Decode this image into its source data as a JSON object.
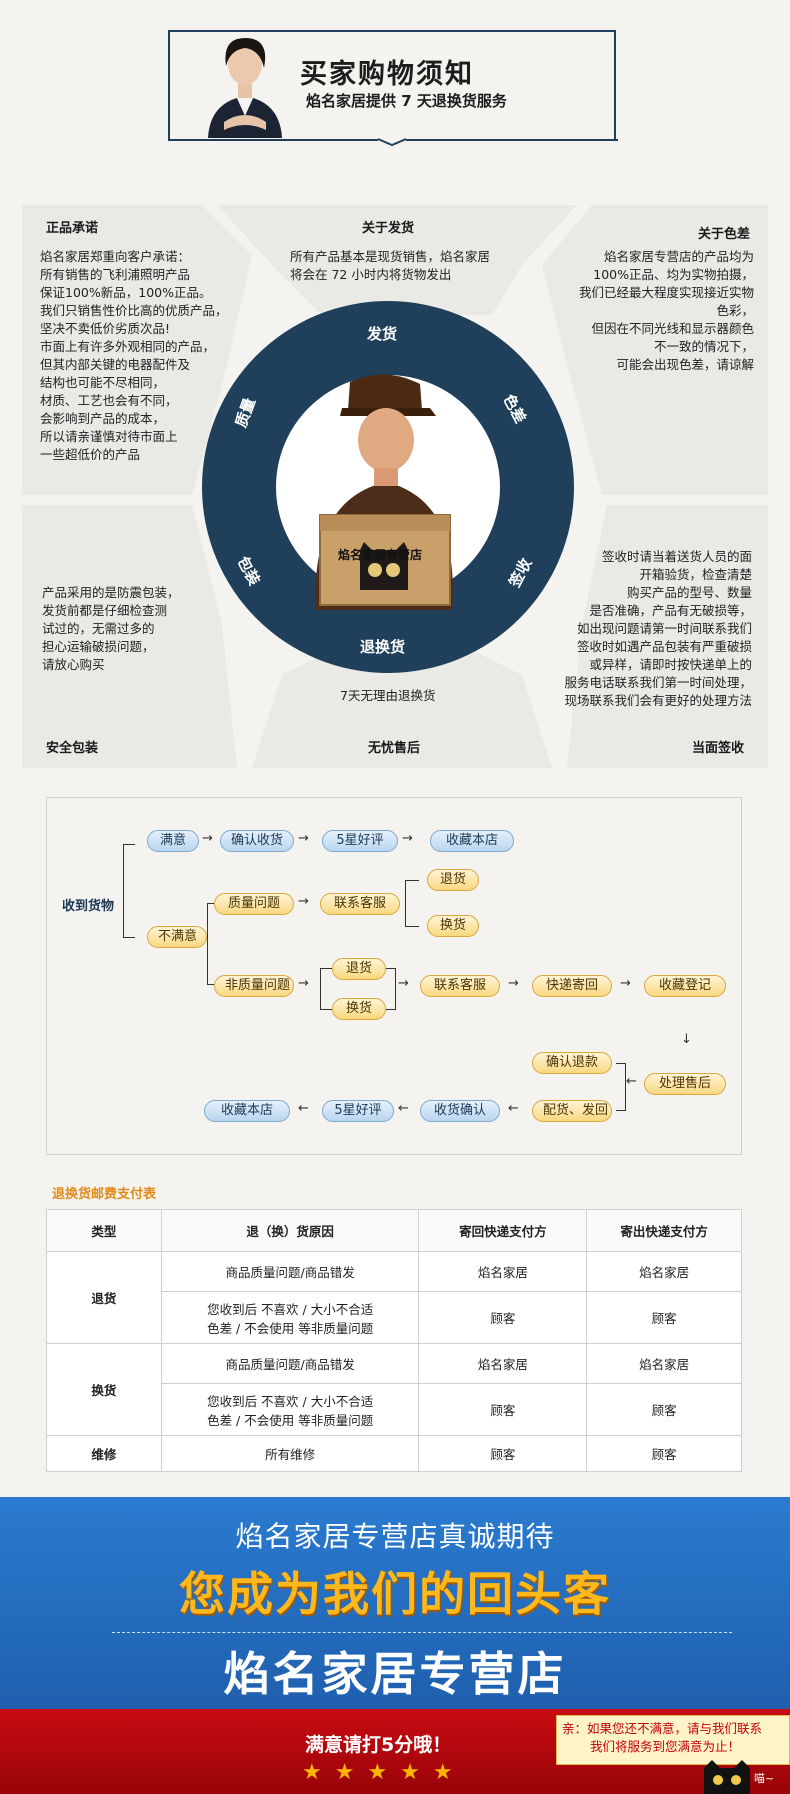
{
  "header": {
    "title": "买家购物须知",
    "subtitle": "焰名家居提供 7 天退换货服务"
  },
  "promise": {
    "genuine": {
      "heading": "正品承诺",
      "lines": [
        "焰名家居郑重向客户承诺：",
        "所有销售的飞利浦照明产品",
        "保证100%新品，100%正品。",
        "我们只销售性价比高的优质产品，",
        "坚决不卖低价劣质次品!",
        "市面上有许多外观相同的产品，",
        "但其内部关键的电器配件及",
        "结构也可能不尽相同，",
        "材质、工艺也会有不同，",
        "会影响到产品的成本，",
        "所以请亲谨慎对待市面上",
        "一些超低价的产品"
      ]
    },
    "shipping": {
      "heading": "关于发货",
      "lines": [
        "所有产品基本是现货销售，焰名家居",
        "将会在 72 小时内将货物发出"
      ]
    },
    "color": {
      "heading": "关于色差",
      "lines": [
        "焰名家居专营店的产品均为",
        "100%正品、均为实物拍摄，",
        "我们已经最大程度实现接近实物",
        "色彩，",
        "但因在不同光线和显示器颜色",
        "不一致的情况下，",
        "可能会出现色差，请谅解"
      ]
    },
    "packaging": {
      "heading": "安全包装",
      "lines": [
        "产品采用的是防震包装，",
        "发货前都是仔细检查测",
        "试过的，无需过多的",
        "担心运输破损问题，",
        "请放心购买"
      ]
    },
    "aftersale": {
      "heading": "无忧售后",
      "line": "7天无理由退换货"
    },
    "signing": {
      "heading": "当面签收",
      "lines": [
        "签收时请当着送货人员的面",
        "开箱验货，检查清楚",
        "购买产品的型号、数量",
        "是否准确，产品有无破损等，",
        "如出现问题请第一时间联系我们",
        "签收时如遇产品包装有严重破损",
        "或异样，请即时按快递单上的",
        "服务电话联系我们第一时间处理，",
        "现场联系我们会有更好的处理方法"
      ]
    },
    "circle": {
      "top": "发货",
      "upper_left": "质量",
      "upper_right": "色差",
      "lower_left": "包装",
      "lower_right": "签收",
      "bottom": "退换货",
      "box_label": "焰名家居专营店"
    }
  },
  "flow": {
    "received": "收到货物",
    "satisfied": "满意",
    "confirm": "确认收货",
    "five_star": "5星好评",
    "fav_store": "收藏本店",
    "unsatisfied": "不满意",
    "quality_issue": "质量问题",
    "contact_cs": "联系客服",
    "return": "退货",
    "exchange": "换货",
    "non_quality": "非质量问题",
    "return2": "退货",
    "exchange2": "换货",
    "contact_cs2": "联系客服",
    "courier_back": "快递寄回",
    "fav_register": "收藏登记",
    "handle_aftersale": "处理售后",
    "confirm_refund": "确认退款",
    "ship_send": "配货、发回",
    "receive_confirm": "收货确认",
    "five_star2": "5星好评",
    "fav_store2": "收藏本店"
  },
  "fee_table": {
    "title": "退换货邮费支付表",
    "headers": [
      "类型",
      "退（换）货原因",
      "寄回快递支付方",
      "寄出快递支付方"
    ],
    "return_label": "退货",
    "exchange_label": "换货",
    "repair_label": "维修",
    "rows": {
      "r1": {
        "reason": "商品质量问题/商品错发",
        "back": "焰名家居",
        "out": "焰名家居"
      },
      "r2": {
        "reason1": "您收到后 不喜欢 / 大小不合适",
        "reason2": "色差 / 不会使用 等非质量问题",
        "back": "顾客",
        "out": "顾客"
      },
      "e1": {
        "reason": "商品质量问题/商品错发",
        "back": "焰名家居",
        "out": "焰名家居"
      },
      "e2": {
        "reason1": "您收到后 不喜欢 / 大小不合适",
        "reason2": "色差 / 不会使用 等非质量问题",
        "back": "顾客",
        "out": "顾客"
      },
      "m1": {
        "reason": "所有维修",
        "back": "顾客",
        "out": "顾客"
      }
    }
  },
  "banner": {
    "line1": "焰名家居专营店真诚期待",
    "line2": "您成为我们的回头客",
    "line3": "焰名家居专营店"
  },
  "footer": {
    "rate_text": "满意请打5分哦！",
    "stars": "★★★★★",
    "note1": "亲：如果您还不满意，请与我们联系",
    "note2": "我们将服务到您满意为止！",
    "miao": "喵~"
  },
  "colors": {
    "navy": "#1f3f5a",
    "banner_blue": "#2a7bd0",
    "gold": "#ffb81c",
    "red": "#c80b12"
  }
}
